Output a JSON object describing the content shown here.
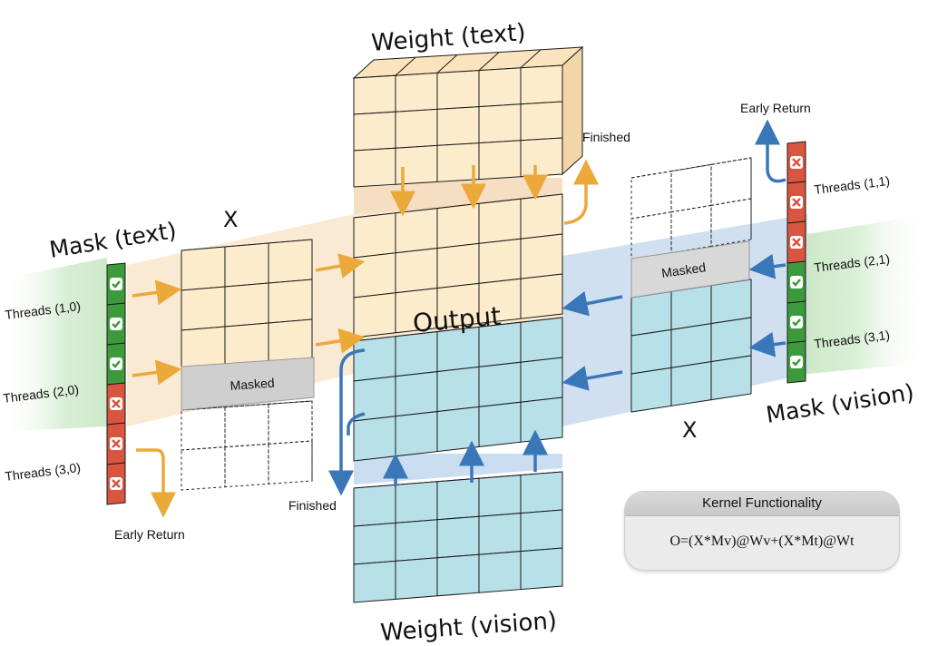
{
  "titles": {
    "weight_text": "Weight (text)",
    "weight_vision": "Weight (vision)",
    "mask_text": "Mask (text)",
    "mask_vision": "Mask (vision)",
    "x_left": "X",
    "x_right": "X",
    "output": "Output"
  },
  "labels": {
    "finished_top": "Finished",
    "finished_bottom": "Finished",
    "early_return_top": "Early Return",
    "early_return_bottom": "Early Return",
    "masked_left": "Masked",
    "masked_right": "Masked"
  },
  "threads_text": [
    "Threads (1,0)",
    "Threads (2,0)",
    "Threads (3,0)"
  ],
  "threads_vision": [
    "Threads (1,1)",
    "Threads (2,1)",
    "Threads (3,1)"
  ],
  "kernel": {
    "header": "Kernel Functionality",
    "formula": "O=(X*Mv)@Wv+(X*Mt)@Wt"
  },
  "mask_text_cells": [
    "check",
    "check",
    "check",
    "cross",
    "cross",
    "cross"
  ],
  "mask_vision_cells": [
    "cross",
    "cross",
    "cross",
    "check",
    "check",
    "check"
  ],
  "colors": {
    "text_cube": "#fdeccc",
    "vision_cube": "#b8e0e8",
    "orange_arrow": "#eba93a",
    "blue_arrow": "#3a77b8",
    "check": "#3c9a3c",
    "cross": "#d9553f"
  }
}
